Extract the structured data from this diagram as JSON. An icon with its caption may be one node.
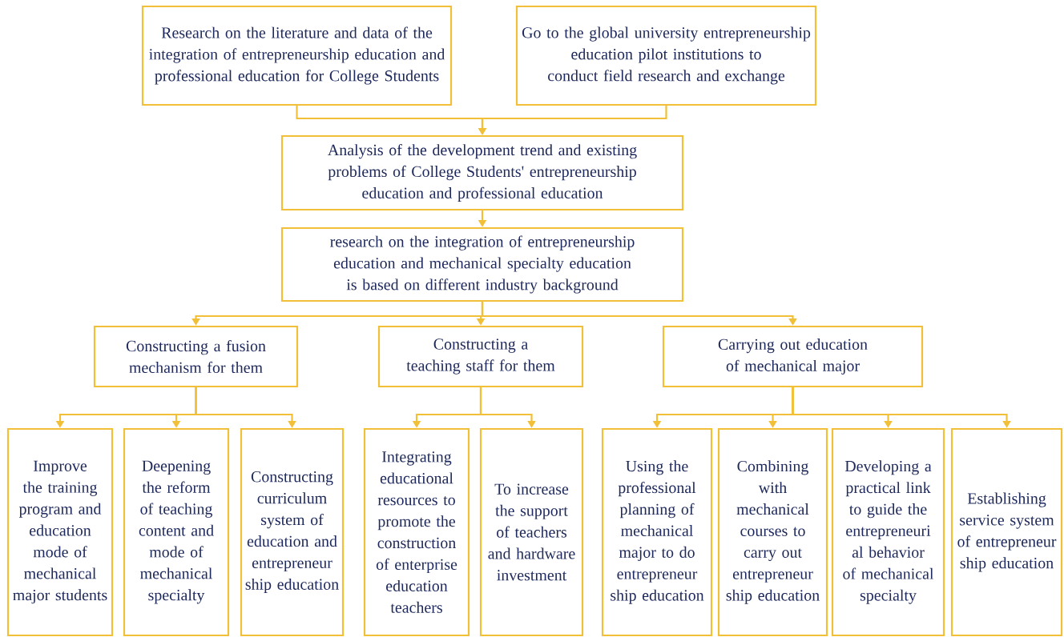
{
  "diagram": {
    "nodes": [
      {
        "text": [
          "Research on the literature and data of the integration of entrepreneurship education and professional education for College Students"
        ]
      },
      {
        "text": [
          "Go to the global university entrepreneurship education pilot institutions to conduct field research and exchange"
        ]
      },
      {
        "text": [
          "Analysis of the development trend and existing problems of College Students' entrepreneurship education and professional education"
        ]
      },
      {
        "text": [
          "research on the integration of entrepreneurship education and mechanical specialty education is based on different industry background"
        ]
      },
      {
        "text": [
          "Constructing a fusion mechanism for them"
        ]
      },
      {
        "text": [
          "Constructing a teaching staff for them"
        ]
      },
      {
        "text": [
          "Carrying out education of mechanical major"
        ]
      },
      {
        "text": [
          "Improve the training program and education mode of mechanical major students"
        ]
      },
      {
        "text": [
          "Deepening the reform of teaching content and mode of mechanical specialty"
        ]
      },
      {
        "text": [
          "Constructing curriculum system of education and entrepreneur ship education"
        ]
      },
      {
        "text": [
          "Integrating educational resources to promote the construction of enterprise education teachers"
        ]
      },
      {
        "text": [
          "To increase the support of teachers and hardware investment"
        ]
      },
      {
        "text": [
          "Using the professional planning of mechanical major to do entrepreneur ship education"
        ]
      },
      {
        "text": [
          "Combining with mechanical courses to carry out entrepreneur ship education"
        ]
      },
      {
        "text": [
          "Developing a practical link to guide the entrepreneuri al behavior of mechanical specialty"
        ]
      },
      {
        "text": [
          "Establishing service system of entrepreneur ship education"
        ]
      }
    ],
    "edges": [
      {
        "from": 0,
        "to": 2,
        "arrow": "to"
      },
      {
        "from": 1,
        "to": 2,
        "arrow": "to"
      },
      {
        "from": 2,
        "to": 3,
        "arrow": "to"
      },
      {
        "from": 3,
        "to": 4,
        "arrow": "to"
      },
      {
        "from": 3,
        "to": 5,
        "arrow": "to"
      },
      {
        "from": 3,
        "to": 6,
        "arrow": "to"
      },
      {
        "from": 4,
        "to": 7,
        "arrow": "to"
      },
      {
        "from": 4,
        "to": 8,
        "arrow": "to"
      },
      {
        "from": 4,
        "to": 9,
        "arrow": "to"
      },
      {
        "from": 5,
        "to": 10,
        "arrow": "to"
      },
      {
        "from": 5,
        "to": 11,
        "arrow": "to"
      },
      {
        "from": 6,
        "to": 12,
        "arrow": "to"
      },
      {
        "from": 6,
        "to": 13,
        "arrow": "to"
      },
      {
        "from": 6,
        "to": 14,
        "arrow": "to"
      },
      {
        "from": 6,
        "to": 15,
        "arrow": "to"
      }
    ]
  }
}
